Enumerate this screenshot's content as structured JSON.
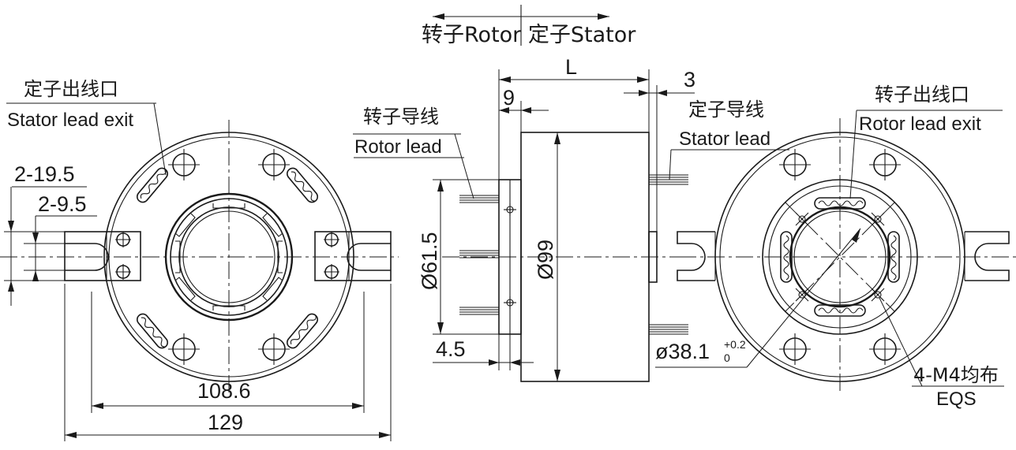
{
  "direction": {
    "rotor_stator": "转子Rotor 定子Stator"
  },
  "left_view": {
    "stator_exit_cn": "定子出线口",
    "stator_exit_en": "Stator lead exit",
    "slot_outer": "2-19.5",
    "slot_inner": "2-9.5",
    "bolt_circle": "108.6",
    "mount_width": "129"
  },
  "side_view": {
    "length": "L",
    "rotor_offset": "9",
    "stator_offset": "3",
    "flange_thickness": "4.5",
    "flange_dia": "Ø61.5",
    "body_dia": "Ø99",
    "rotor_lead_cn": "转子导线",
    "rotor_lead_en": "Rotor lead",
    "stator_lead_cn": "定子导线",
    "stator_lead_en": "Stator lead"
  },
  "right_view": {
    "bore_base": "ø38.1",
    "bore_tol_upper": "+0.2",
    "bore_tol_lower": "0",
    "rotor_exit_cn": "转子出线口",
    "rotor_exit_en": "Rotor lead exit",
    "holes_cn": "4-M4均布",
    "holes_en": "EQS"
  }
}
